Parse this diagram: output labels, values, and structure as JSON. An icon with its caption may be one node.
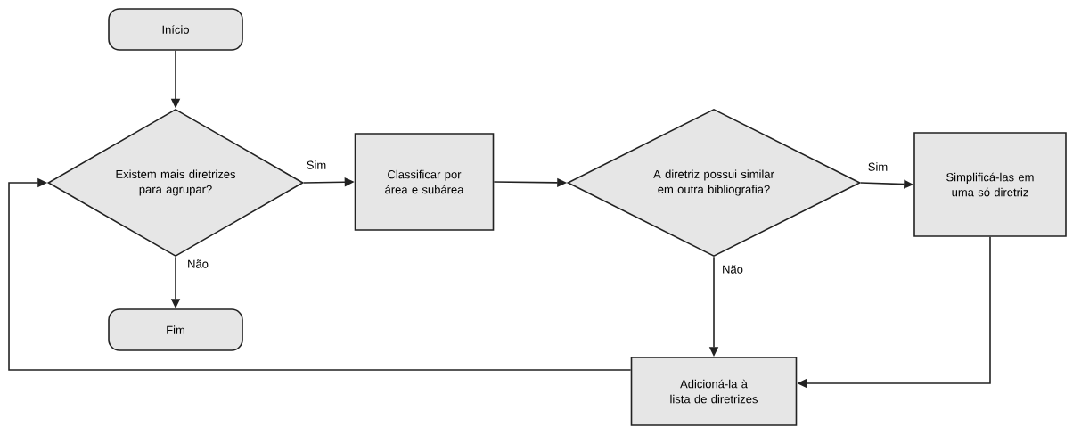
{
  "diagram": {
    "nodes": [
      {
        "text": [
          "Início"
        ]
      },
      {
        "text": [
          "Existem mais diretrizes para agrupar?"
        ]
      },
      {
        "text": [
          "Fim"
        ]
      },
      {
        "text": [
          "Classificar por área e subárea"
        ]
      },
      {
        "text": [
          "A diretriz possui similar em outra bibliografia?"
        ]
      },
      {
        "text": [
          "Simplificá-las em uma só diretriz"
        ]
      },
      {
        "text": [
          "Adicioná-la à lista de diretrizes"
        ]
      }
    ],
    "edges": [
      {
        "from": 0,
        "to": 1,
        "arrow": "to"
      },
      {
        "from": 1,
        "to": 3,
        "arrow": "to",
        "label": "Sim"
      },
      {
        "from": 1,
        "to": 2,
        "arrow": "to",
        "label": "Não"
      },
      {
        "from": 3,
        "to": 4,
        "arrow": "to"
      },
      {
        "from": 4,
        "to": 5,
        "arrow": "to",
        "label": "Sim"
      },
      {
        "from": 4,
        "to": 6,
        "arrow": "to",
        "label": "Não"
      },
      {
        "from": 5,
        "to": 6,
        "arrow": "to"
      },
      {
        "from": 6,
        "to": 1,
        "arrow": "to"
      }
    ]
  }
}
